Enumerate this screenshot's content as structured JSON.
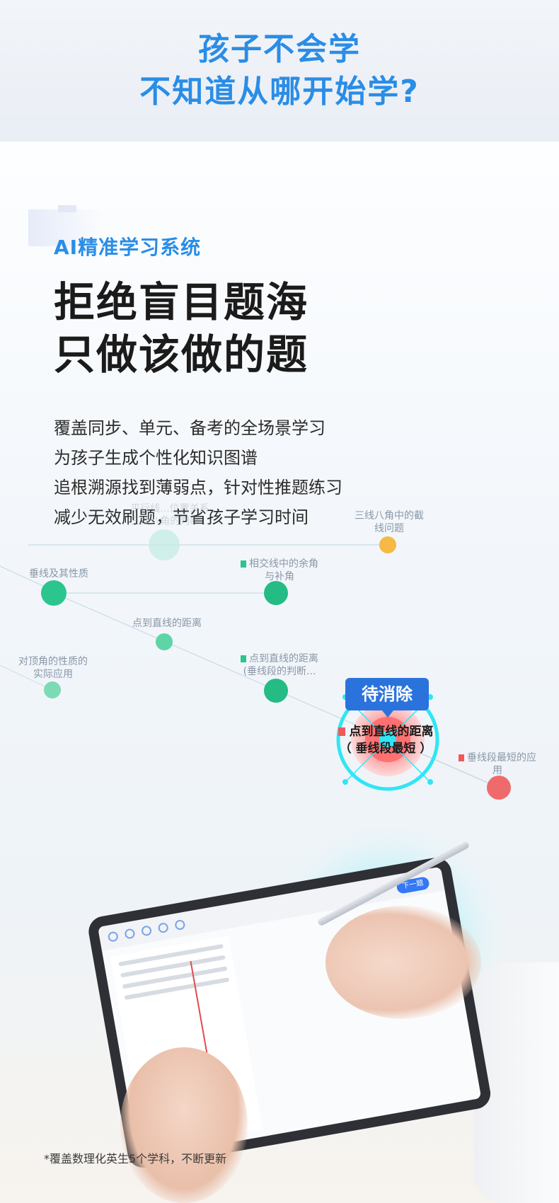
{
  "banner": {
    "line1": "孩子不会学",
    "line2": "不知道从哪开始学?"
  },
  "section": {
    "label": "AI精准学习系统",
    "headline1": "拒绝盲目题海",
    "headline2": "只做该做的题",
    "desc": [
      "覆盖同步、单元、备考的全场景学习",
      "为孩子生成个性化知识图谱",
      "追根溯源找到薄弱点，针对性推题练习",
      "减少无效刷题，节省孩子学习时间"
    ]
  },
  "graph": {
    "nodes": {
      "faded_top": "平行线...位置关系\n三线八角的判断...",
      "three_lines": "三线八角中的截\n线问题",
      "perpendicular": "垂线及其性质",
      "intersect": "相交线中的余角\n与补角",
      "point_line": "点到直线的距离",
      "vertical_angle": "对顶角的性质的\n实际应用",
      "point_line_judge": "点到直线的距离\n(垂线段的判断...",
      "shortest_app": "垂线段最短的应\n用"
    },
    "tooltip": "待消除",
    "target_line1": "点到直线的距离",
    "target_line2": "（ 垂线段最短 ）",
    "colors": {
      "green": "#2cc58d",
      "orange": "#f5b944",
      "red": "#ef6b6b",
      "cyan": "#28e0f0",
      "blue": "#2b73dc"
    }
  },
  "tablet": {
    "next_button": "下一题"
  },
  "footnote": "*覆盖数理化英生5个学科，不断更新"
}
